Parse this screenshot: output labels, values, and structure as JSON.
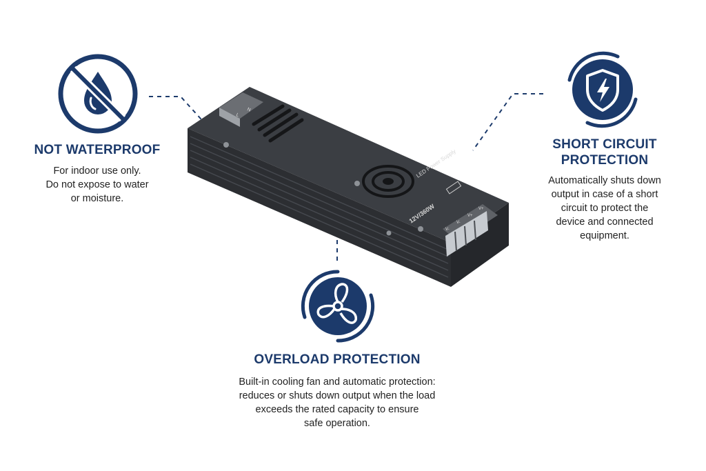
{
  "features": {
    "not_waterproof": {
      "title": "NOT WATERPROOF",
      "description": "For indoor use only.\nDo not expose to water\nor moisture.",
      "icon": "no-water-drop-icon"
    },
    "short_circuit": {
      "title": "SHORT CIRCUIT\nPROTECTION",
      "description": "Automatically shuts down\noutput in case of a short\ncircuit to protect the\ndevice and connected\nequipment.",
      "icon": "shield-lightning-icon"
    },
    "overload": {
      "title": "OVERLOAD PROTECTION",
      "description": "Built-in cooling fan and automatic protection:\nreduces or shuts down output when the load\nexceeds the rated capacity to ensure\nsafe operation.",
      "icon": "fan-icon"
    }
  },
  "product": {
    "label_title": "LED Power Supply",
    "model": "12V/360W",
    "terminals_left": [
      "L",
      "N"
    ],
    "terminals_right": [
      "V-",
      "V-",
      "V+",
      "V+"
    ]
  },
  "colors": {
    "accent": "#1c3a6b",
    "body": "#3a3d42",
    "text": "#222222"
  }
}
